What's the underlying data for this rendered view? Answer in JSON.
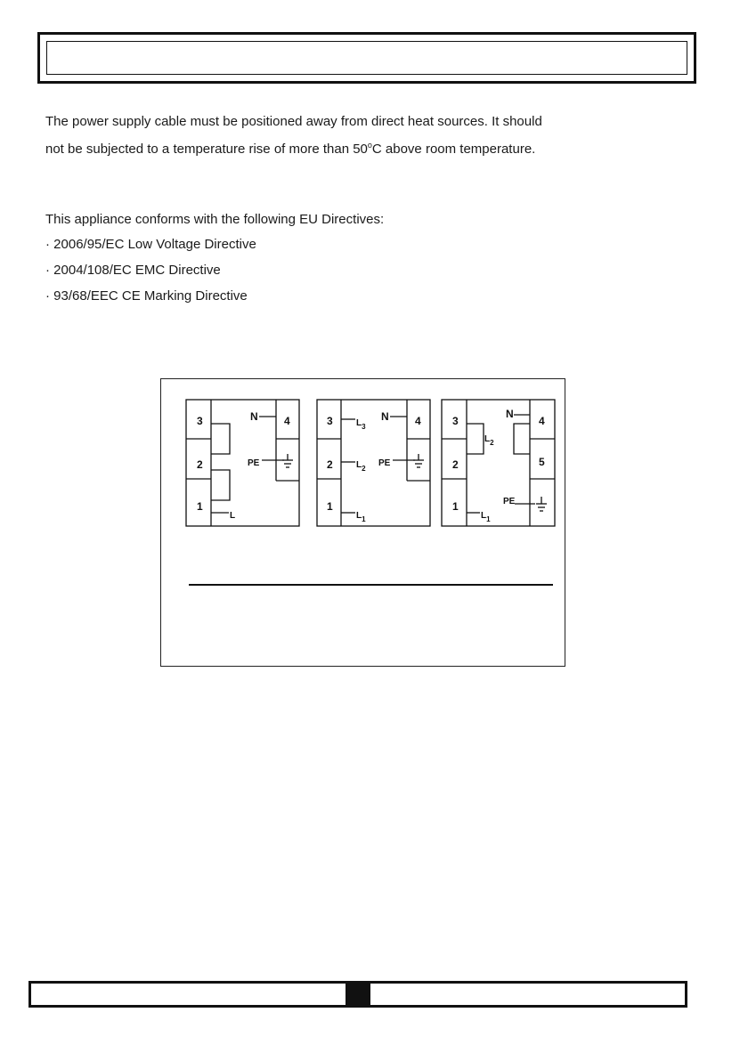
{
  "intro": {
    "text_before_sup": "The power supply cable must be positioned away from direct heat sources. It should not be subjected to a temperature rise of more than 50",
    "degree_sup": "o",
    "text_after_sup": "C above room temperature."
  },
  "directives": {
    "heading": "This appliance conforms with the following EU Directives:",
    "items": [
      "2006/95/EC Low Voltage Directive",
      "2004/108/EC EMC Directive",
      "93/68/EEC CE Marking Directive"
    ]
  },
  "diagrams": {
    "terminals_left_a": [
      "3",
      "2",
      "1"
    ],
    "terminals_right_a": [
      "4",
      ""
    ],
    "label_n": "N",
    "label_pe": "PE",
    "label_l": "L",
    "terminals_left_b": [
      "3",
      "2",
      "1"
    ],
    "terminals_right_b": [
      "4",
      ""
    ],
    "phase_letter": "L",
    "phase_subs_b": [
      "3",
      "2",
      "1"
    ],
    "terminals_left_c": [
      "3",
      "2",
      "1"
    ],
    "terminals_right_c": [
      "4",
      "5",
      ""
    ],
    "phase_subs_c": [
      "2",
      "1"
    ]
  },
  "footer": {
    "page_number": ""
  }
}
